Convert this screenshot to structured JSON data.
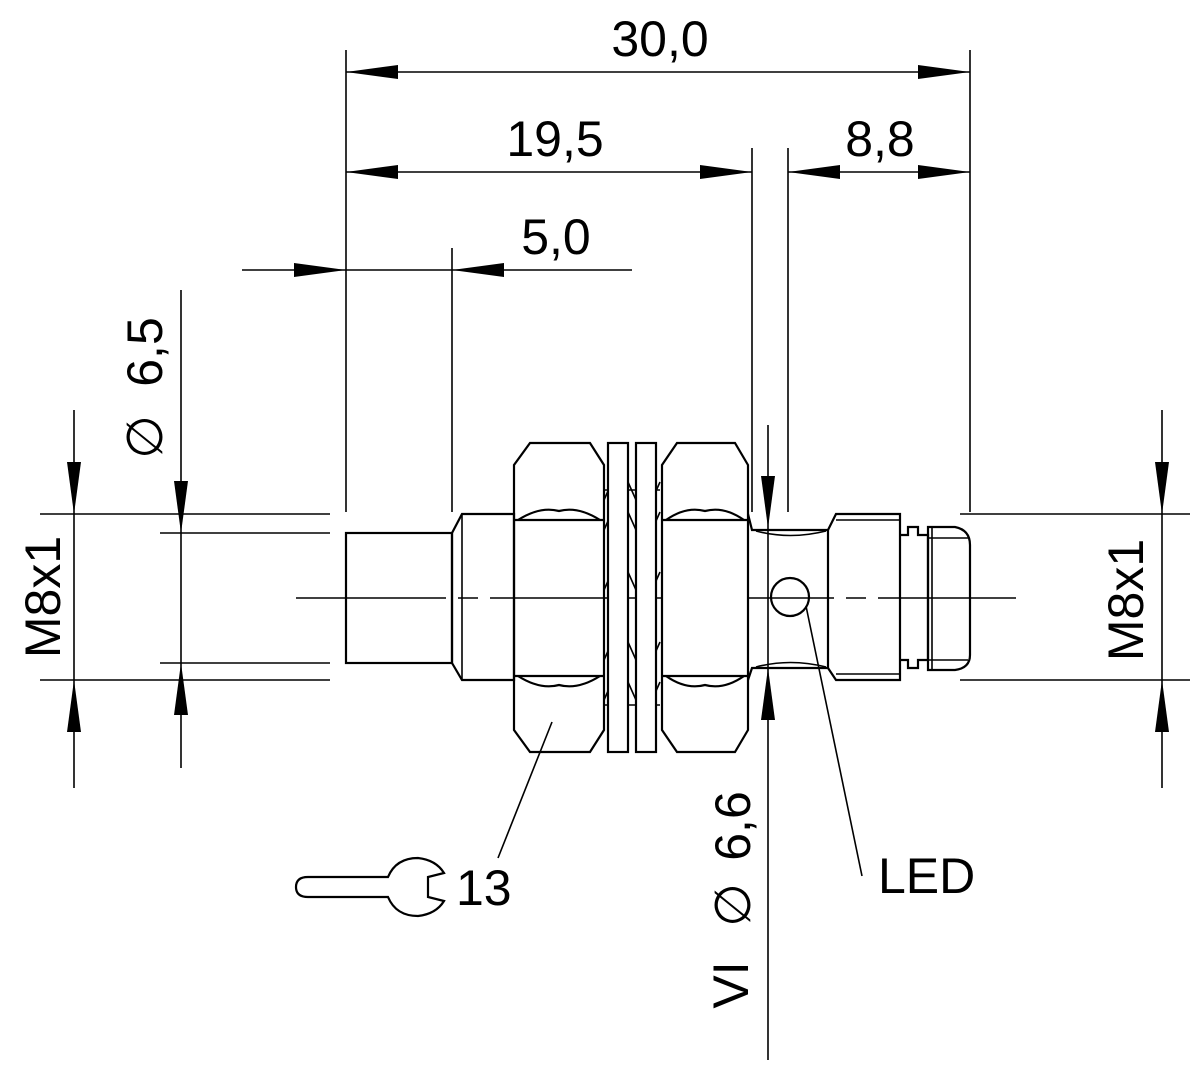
{
  "dimensions": {
    "overall_length": "30,0",
    "length_to_nut": "19,5",
    "connector_length": "8,8",
    "sensing_face_length": "5,0",
    "sensing_face_diameter": "6,5",
    "max_diameter": "6,6",
    "max_symbol": "VI",
    "diameter_symbol": "∅"
  },
  "labels": {
    "thread_left": "M8x1",
    "thread_right": "M8x1",
    "wrench_size": "13",
    "led": "LED"
  }
}
